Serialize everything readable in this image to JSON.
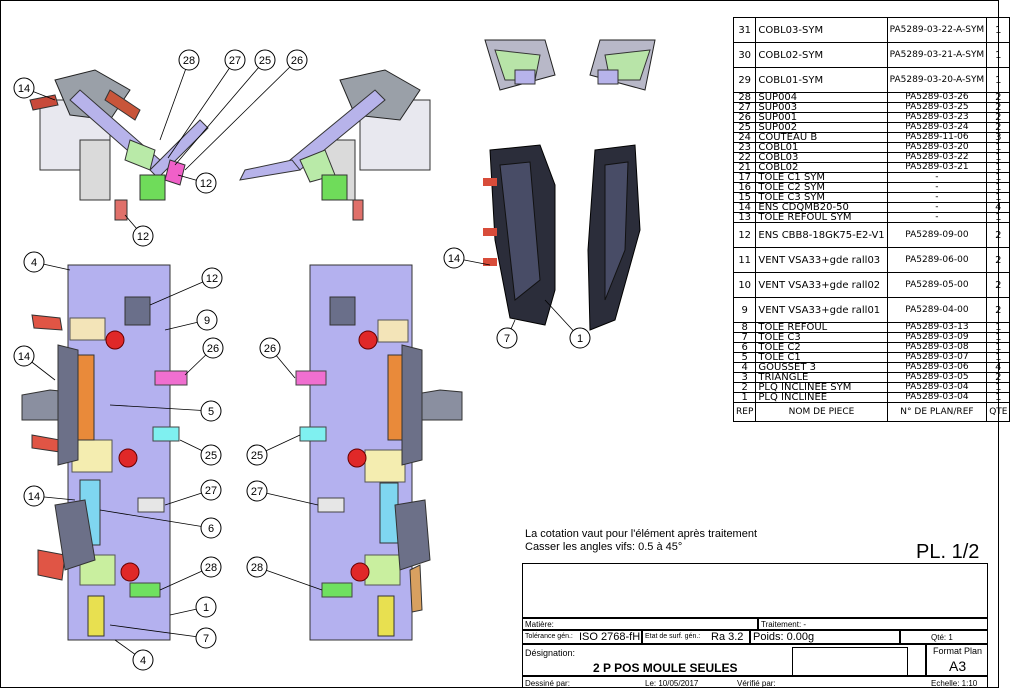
{
  "balloons": {
    "top_left": [
      "28",
      "27",
      "25",
      "26",
      "14",
      "12",
      "12"
    ],
    "front": [
      "4",
      "12",
      "9",
      "26",
      "14",
      "5",
      "25",
      "27",
      "14",
      "6",
      "28",
      "1",
      "7",
      "4"
    ],
    "back": [
      "26",
      "25",
      "27",
      "28"
    ],
    "side": [
      "14",
      "7",
      "1"
    ]
  },
  "bom": {
    "rows": [
      {
        "rep": "31",
        "nom": "COBL03-SYM",
        "ref": "PA5289-03-22-A-SYM",
        "qte": "1",
        "size": "tall"
      },
      {
        "rep": "30",
        "nom": "COBL02-SYM",
        "ref": "PA5289-03-21-A-SYM",
        "qte": "1",
        "size": "tall"
      },
      {
        "rep": "29",
        "nom": "COBL01-SYM",
        "ref": "PA5289-03-20-A-SYM",
        "qte": "1",
        "size": "tall"
      },
      {
        "rep": "28",
        "nom": "SUP004",
        "ref": "PA5289-03-26",
        "qte": "2",
        "size": "short"
      },
      {
        "rep": "27",
        "nom": "SUP003",
        "ref": "PA5289-03-25",
        "qte": "2",
        "size": "short"
      },
      {
        "rep": "26",
        "nom": "SUP001",
        "ref": "PA5289-03-23",
        "qte": "2",
        "size": "short"
      },
      {
        "rep": "25",
        "nom": "SUP002",
        "ref": "PA5289-03-24",
        "qte": "2",
        "size": "short"
      },
      {
        "rep": "24",
        "nom": "COUTEAU B",
        "ref": "PA5289-11-06",
        "qte": "3",
        "size": "short"
      },
      {
        "rep": "23",
        "nom": "COBL01",
        "ref": "PA5289-03-20",
        "qte": "1",
        "size": "short"
      },
      {
        "rep": "22",
        "nom": "COBL03",
        "ref": "PA5289-03-22",
        "qte": "1",
        "size": "short"
      },
      {
        "rep": "21",
        "nom": "COBL02",
        "ref": "PA5289-03-21",
        "qte": "1",
        "size": "short"
      },
      {
        "rep": "17",
        "nom": "TOLE C1 SYM",
        "ref": "-",
        "qte": "1",
        "size": "short"
      },
      {
        "rep": "16",
        "nom": "TOLE C2 SYM",
        "ref": "-",
        "qte": "1",
        "size": "short"
      },
      {
        "rep": "15",
        "nom": "TOLE C3 SYM",
        "ref": "-",
        "qte": "1",
        "size": "short"
      },
      {
        "rep": "14",
        "nom": "ENS CDQMB20-50",
        "ref": "-",
        "qte": "4",
        "size": "short"
      },
      {
        "rep": "13",
        "nom": "TOLE REFOUL SYM",
        "ref": "-",
        "qte": "1",
        "size": "short"
      },
      {
        "rep": "12",
        "nom": "ENS CBB8-18GK75-E2-V1",
        "ref": "PA5289-09-00",
        "qte": "2",
        "size": "tall"
      },
      {
        "rep": "11",
        "nom": "VENT VSA33+gde rall03",
        "ref": "PA5289-06-00",
        "qte": "2",
        "size": "tall"
      },
      {
        "rep": "10",
        "nom": "VENT VSA33+gde rall02",
        "ref": "PA5289-05-00",
        "qte": "2",
        "size": "tall"
      },
      {
        "rep": "9",
        "nom": "VENT VSA33+gde rall01",
        "ref": "PA5289-04-00",
        "qte": "2",
        "size": "tall"
      },
      {
        "rep": "8",
        "nom": "TOLE REFOUL",
        "ref": "PA5289-03-13",
        "qte": "1",
        "size": "short"
      },
      {
        "rep": "7",
        "nom": "TOLE C3",
        "ref": "PA5289-03-09",
        "qte": "1",
        "size": "short"
      },
      {
        "rep": "6",
        "nom": "TOLE C2",
        "ref": "PA5289-03-08",
        "qte": "1",
        "size": "short"
      },
      {
        "rep": "5",
        "nom": "TOLE C1",
        "ref": "PA5289-03-07",
        "qte": "1",
        "size": "short"
      },
      {
        "rep": "4",
        "nom": "GOUSSET 3",
        "ref": "PA5289-03-06",
        "qte": "4",
        "size": "short"
      },
      {
        "rep": "3",
        "nom": "TRIANGLE",
        "ref": "PA5289-03-05",
        "qte": "2",
        "size": "short"
      },
      {
        "rep": "2",
        "nom": "PLQ INCLINEE SYM",
        "ref": "PA5289-03-04",
        "qte": "1",
        "size": "short"
      },
      {
        "rep": "1",
        "nom": "PLQ INCLINEE",
        "ref": "PA5289-03-04",
        "qte": "1",
        "size": "short"
      }
    ],
    "header": {
      "rep": "REP",
      "nom": "NOM DE PIECE",
      "ref": "N° DE PLAN/REF",
      "qte": "QTE"
    }
  },
  "notes": {
    "line1": "La cotation vaut pour l'élément après traitement",
    "line2": "Casser les angles vifs: 0.5 à 45°"
  },
  "sheet": "PL. 1/2",
  "title_block": {
    "matiere_label": "Matière:",
    "traitement": "Traitement: -",
    "tolerance_label": "Tolérance gén.:",
    "tolerance_value": "ISO 2768-fH",
    "surface_label": "Etat de surf. gén.:",
    "surface_value": "Ra 3.2",
    "poids": "Poids: 0.00g",
    "qte": "Qté: 1",
    "designation_label": "Désignation:",
    "designation_value": "2 P POS MOULE SEULES",
    "format_label": "Format Plan",
    "format_value": "A3",
    "dessine": "Dessiné par:",
    "date": "Le: 10/05/2017",
    "verifie": "Vérifié par:",
    "echelle": "Echelle: 1:10"
  }
}
